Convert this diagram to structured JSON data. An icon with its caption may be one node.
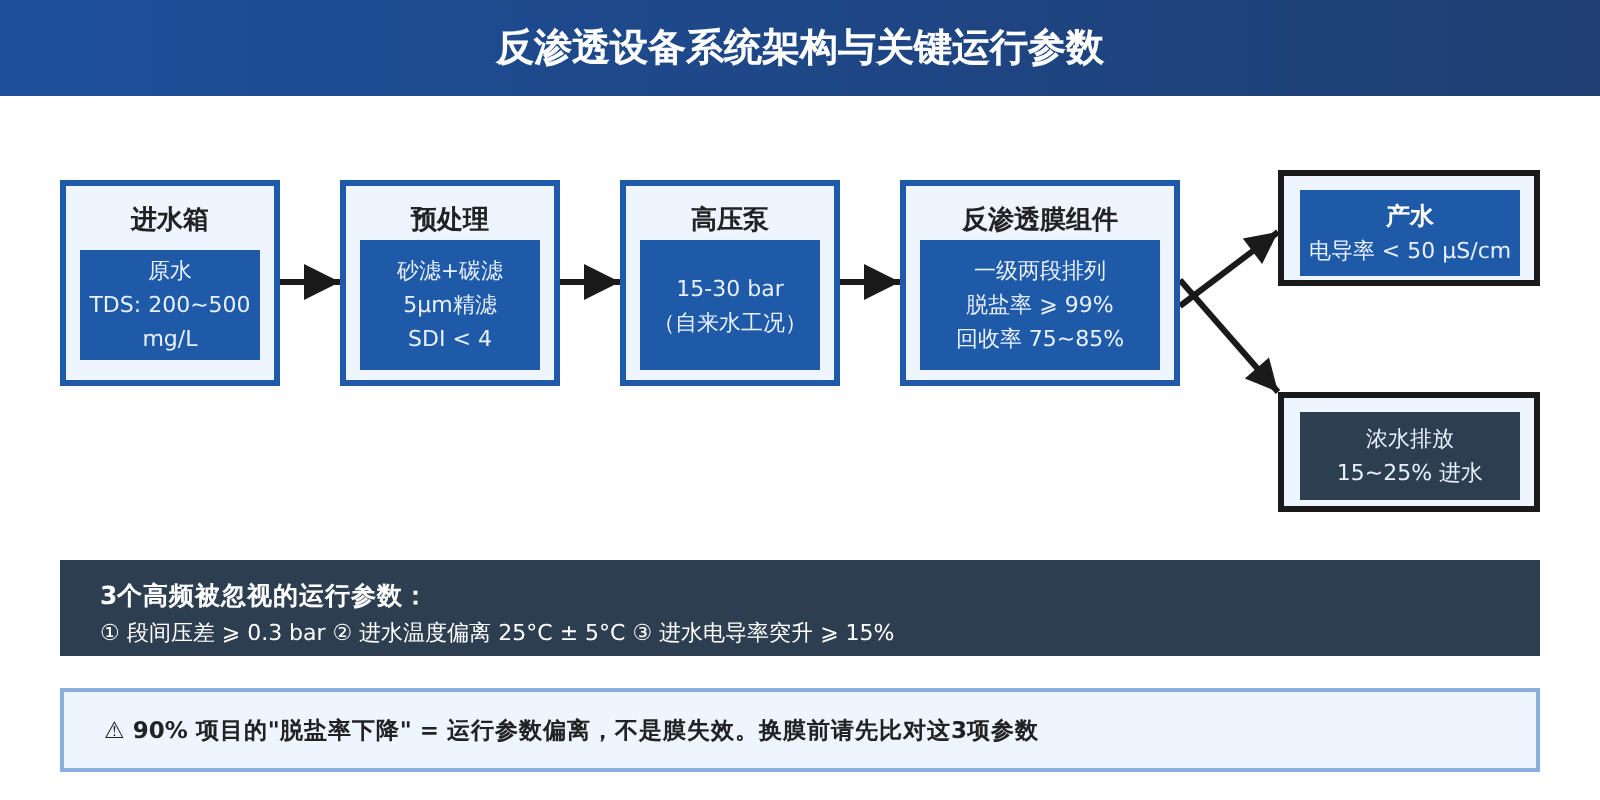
{
  "diagram": {
    "title": "反渗透设备系统架构与关键运行参数",
    "nodes": [
      {
        "text": [
          "进水箱"
        ]
      },
      {
        "text": [
          "原水",
          "TDS: 200~500 mg/L"
        ],
        "in": 0
      },
      {
        "text": [
          "预处理"
        ]
      },
      {
        "text": [
          "砂滤+碳滤",
          "5μm精滤",
          "SDI < 4"
        ],
        "in": 2
      },
      {
        "text": [
          "高压泵"
        ]
      },
      {
        "text": [
          "15-30 bar",
          "（自来水工况）"
        ],
        "in": 4
      },
      {
        "text": [
          "反渗透膜组件"
        ]
      },
      {
        "text": [
          "一级两段排列",
          "脱盐率 ⩾ 99%",
          "回收率 75~85%"
        ],
        "in": 6
      },
      {
        "text": [],
        "shape": "box"
      },
      {
        "text": [
          "产水",
          "电导率 < 50 μS/cm"
        ],
        "in": 8
      },
      {
        "text": [],
        "shape": "box"
      },
      {
        "text": [
          "浓水排放",
          "15~25% 进水"
        ],
        "in": 10
      },
      {
        "text": [
          "3个高频被忽视的运行参数：",
          "① 段间压差 ⩾ 0.3 bar ② 进水温度偏离 25°C ± 5°C ③ 进水电导率突升 ⩾ 15%"
        ]
      },
      {
        "text": [
          "⚠ 90% 项目的\"脱盐率下降\" = 运行参数偏离，不是膜失效。换膜前请先比对这3项参数"
        ]
      }
    ],
    "edges": [
      {
        "from": 0,
        "to": 2,
        "arrow": "to"
      },
      {
        "from": 2,
        "to": 4,
        "arrow": "to"
      },
      {
        "from": 4,
        "to": 6,
        "arrow": "to"
      },
      {
        "from": 6,
        "to": 8,
        "arrow": "to"
      },
      {
        "from": 6,
        "to": 10,
        "arrow": "to"
      }
    ]
  }
}
